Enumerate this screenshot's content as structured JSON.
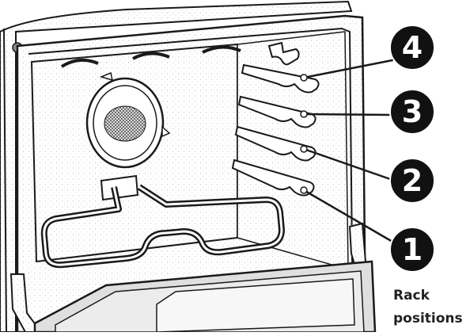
{
  "diagram": {
    "rack_positions": [
      {
        "number": "4"
      },
      {
        "number": "3"
      },
      {
        "number": "2"
      },
      {
        "number": "1"
      }
    ],
    "caption_line1": "Rack",
    "caption_line2": "positions",
    "colors": {
      "outline": "#1a1a1a",
      "badge_fill": "#111111",
      "badge_text": "#ffffff",
      "speckle": "#bdbdbd",
      "door_glass": "#d8d8d8"
    }
  }
}
